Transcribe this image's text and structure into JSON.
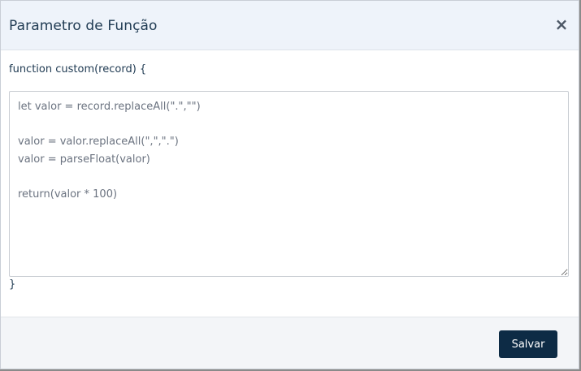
{
  "dialog": {
    "title": "Parametro de Função",
    "close_symbol": "×",
    "close_icon": "close-icon"
  },
  "editor": {
    "signature_open": "function custom(record) {",
    "code": "let valor = record.replaceAll(\".\",\"\")\n\nvalor = valor.replaceAll(\",\",\".\")\nvalor = parseFloat(valor)\n\nreturn(valor * 100)",
    "signature_close": "}"
  },
  "footer": {
    "save_label": "Salvar"
  },
  "colors": {
    "header_bg": "#eef3fa",
    "primary_button": "#0d2b45",
    "text_dark": "#1f3a52"
  }
}
